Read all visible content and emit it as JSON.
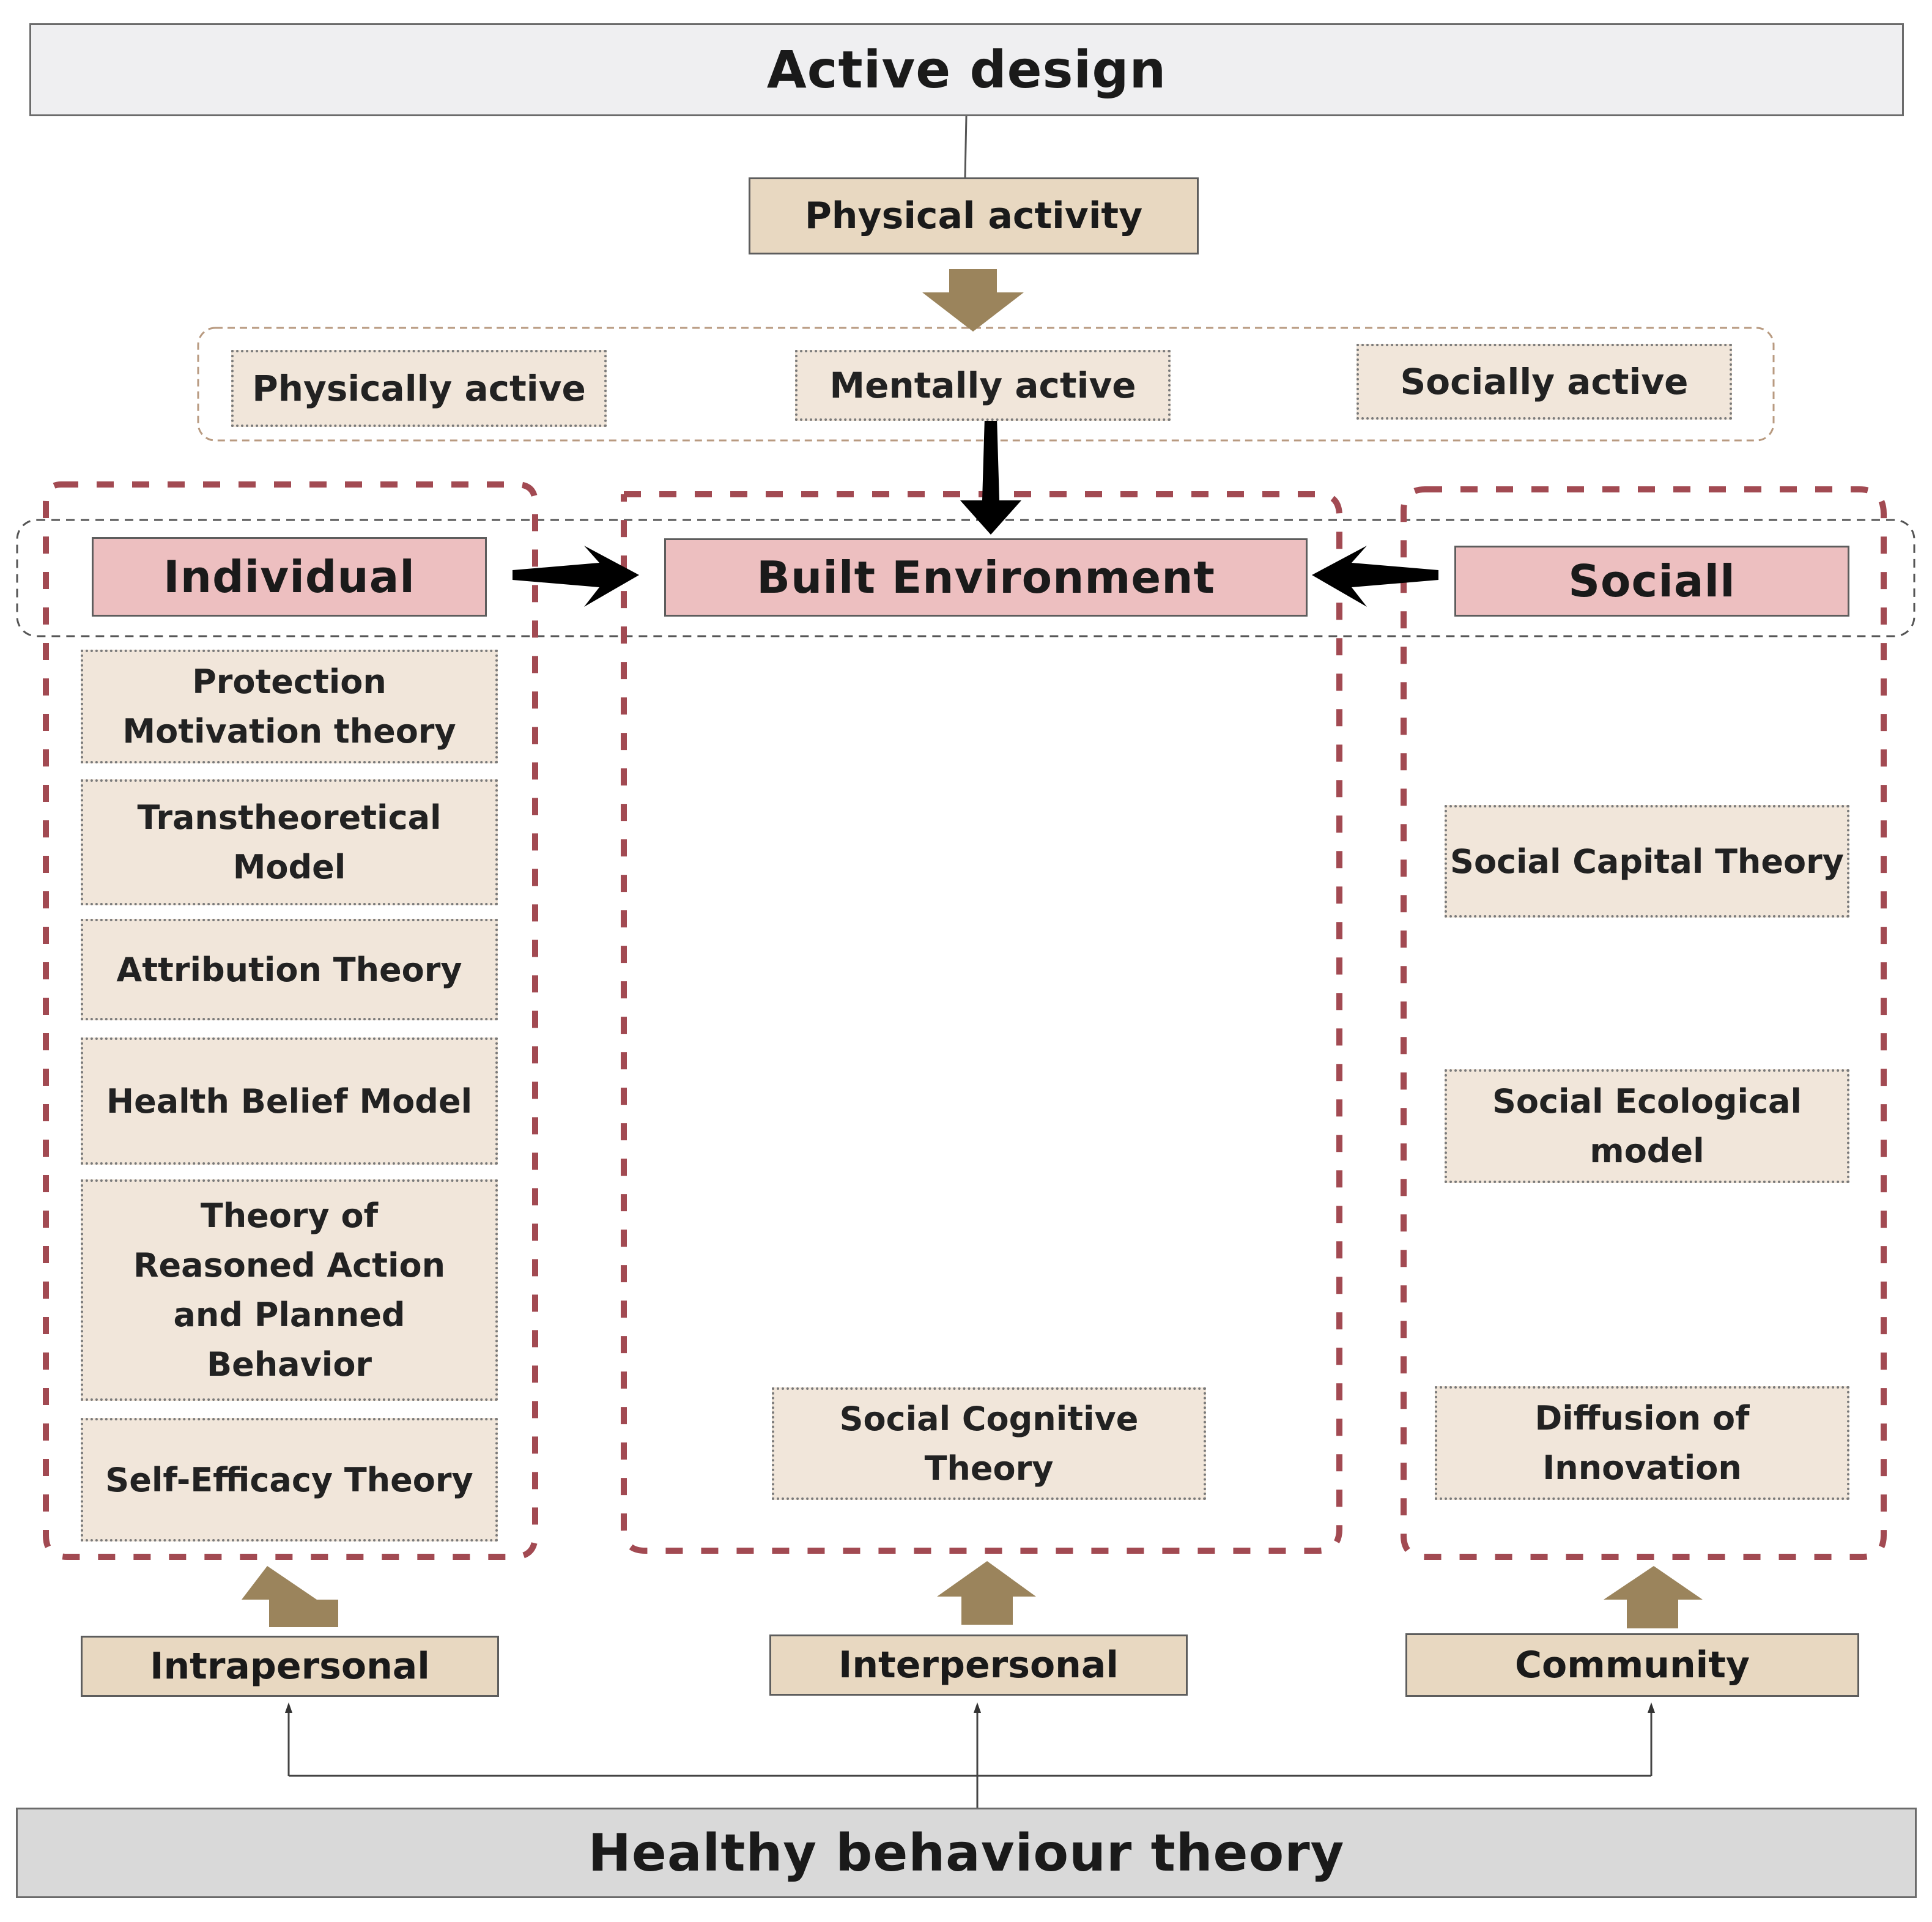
{
  "top_title": "Active design",
  "physical_activity": "Physical activity",
  "activity_types": [
    "Physically active",
    "Mentally active",
    "Socially active"
  ],
  "categories": {
    "individual": "Individual",
    "built_environment": "Built Environment",
    "social": "Sociall"
  },
  "individual_theories": [
    "Protection Motivation theory",
    "Transtheoretical Model",
    "Attribution Theory",
    "Health Belief Model",
    "Theory of Reasoned Action and Planned Behavior",
    "Self-Efficacy Theory"
  ],
  "built_environment_theories": [
    "Social Cognitive Theory"
  ],
  "social_theories": [
    "Social Capital Theory",
    "Social Ecological model",
    "Diffusion of Innovation"
  ],
  "levels": [
    "Intrapersonal",
    "Interpersonal",
    "Community"
  ],
  "bottom_title": "Healthy behaviour theory",
  "colors": {
    "pink_header": "#edbfc0",
    "beige_box": "#e8d8c1",
    "dotted_box": "#f1e6da",
    "block_arrow": "#9b845c",
    "dashed_group": "#a24a52"
  }
}
